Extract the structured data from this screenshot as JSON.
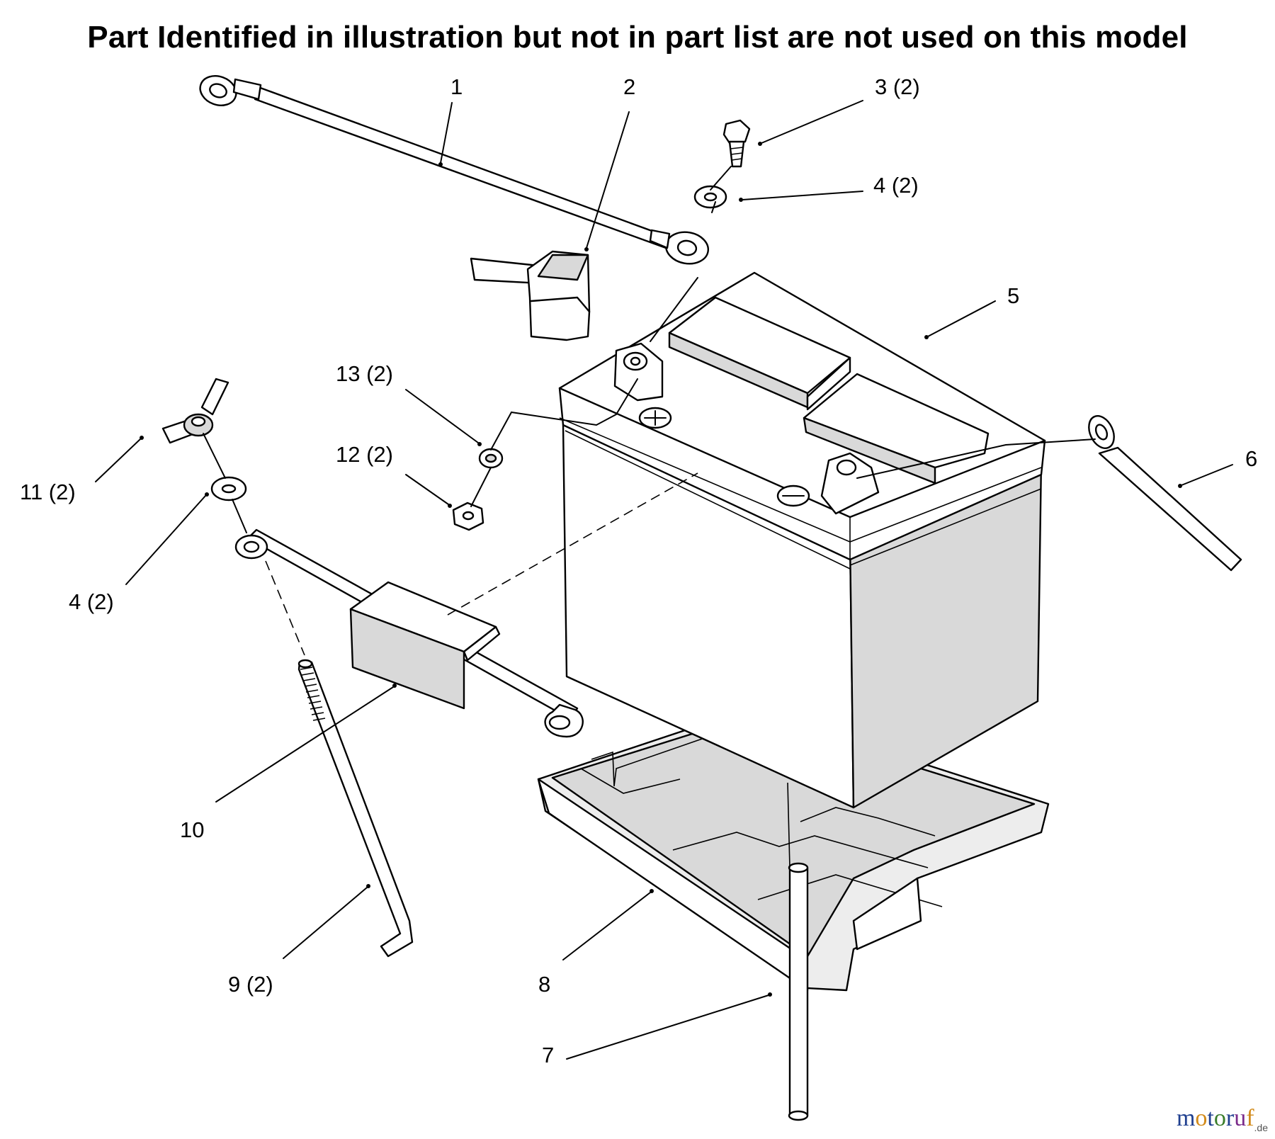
{
  "title": "Part Identified in illustration but not in part list are not used on this model",
  "labels": {
    "p1": "1",
    "p2": "2",
    "p3": "3 (2)",
    "p4a": "4 (2)",
    "p5": "5",
    "p6": "6",
    "p13": "13 (2)",
    "p12": "12 (2)",
    "p11": "11 (2)",
    "p4b": "4 (2)",
    "p10": "10",
    "p9": "9 (2)",
    "p8": "8",
    "p7": "7"
  },
  "watermark": {
    "m": "m",
    "o1": "o",
    "t": "t",
    "o2": "o",
    "r": "r",
    "u": "u",
    "f": "f",
    "de": ".de"
  }
}
